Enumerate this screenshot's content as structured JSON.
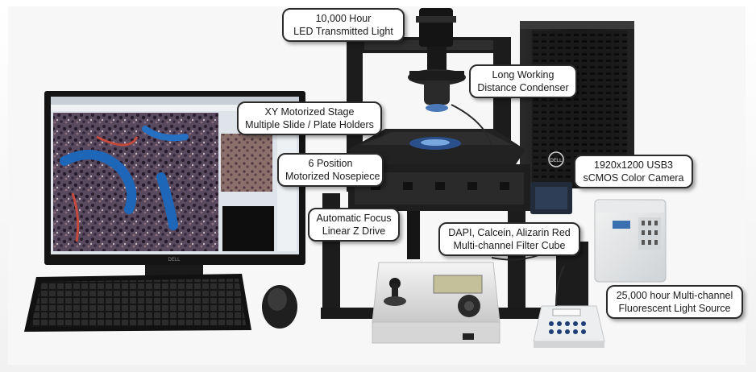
{
  "callouts": {
    "led": {
      "line1": "10,000 Hour",
      "line2": "LED Transmitted Light"
    },
    "condenser": {
      "line1": "Long Working",
      "line2": "Distance Condenser"
    },
    "stage": {
      "line1": "XY Motorized Stage",
      "line2": "Multiple Slide / Plate Holders"
    },
    "nosepiece": {
      "line1": "6 Position",
      "line2": "Motorized Nosepiece"
    },
    "camera": {
      "line1": "1920x1200 USB3",
      "line2": "sCMOS Color Camera"
    },
    "focus": {
      "line1": "Automatic Focus",
      "line2": "Linear Z Drive"
    },
    "filter": {
      "line1": "DAPI, Calcein, Alizarin Red",
      "line2": "Multi-channel Filter Cube"
    },
    "lightsource": {
      "line1": "25,000 hour Multi-channel",
      "line2": "Fluorescent Light Source"
    }
  },
  "monitor_brand": "DELL",
  "tower_brand": "DELL",
  "colors": {
    "frame": "#1c1c1c",
    "callout_border": "#2b2b2b",
    "tissue": "#3a2a40",
    "stain_blue": "#1e66b8"
  }
}
